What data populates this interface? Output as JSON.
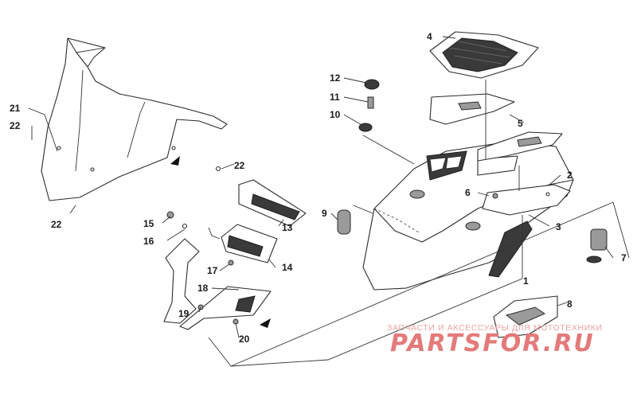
{
  "diagram": {
    "callouts": [
      {
        "id": "c1",
        "label": "1"
      },
      {
        "id": "c2",
        "label": "2"
      },
      {
        "id": "c3",
        "label": "3"
      },
      {
        "id": "c4",
        "label": "4"
      },
      {
        "id": "c5",
        "label": "5"
      },
      {
        "id": "c6",
        "label": "6"
      },
      {
        "id": "c7",
        "label": "7"
      },
      {
        "id": "c8",
        "label": "8"
      },
      {
        "id": "c9",
        "label": "9"
      },
      {
        "id": "c10",
        "label": "10"
      },
      {
        "id": "c11",
        "label": "11"
      },
      {
        "id": "c12",
        "label": "12"
      },
      {
        "id": "c13",
        "label": "13"
      },
      {
        "id": "c14",
        "label": "14"
      },
      {
        "id": "c15",
        "label": "15"
      },
      {
        "id": "c16",
        "label": "16"
      },
      {
        "id": "c17",
        "label": "17"
      },
      {
        "id": "c18",
        "label": "18"
      },
      {
        "id": "c19",
        "label": "19"
      },
      {
        "id": "c20",
        "label": "20"
      },
      {
        "id": "c21",
        "label": "21"
      },
      {
        "id": "c22a",
        "label": "22"
      },
      {
        "id": "c22b",
        "label": "22"
      },
      {
        "id": "c22c",
        "label": "22"
      }
    ]
  },
  "watermark": {
    "tagline": "ЗАПЧАСТИ И АКСЕССУАРЫ ДЛЯ МОТОТЕХНИКИ",
    "brand": "PARTSFOR.RU"
  }
}
